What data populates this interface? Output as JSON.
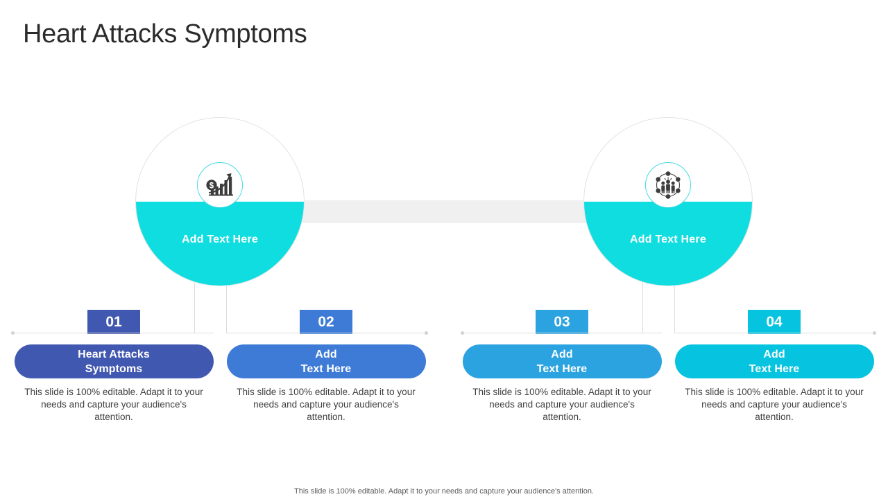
{
  "slide": {
    "title": "Heart Attacks Symptoms",
    "footer_note": "This slide is 100% editable.  Adapt it to your needs and capture your audience's attention."
  },
  "colors": {
    "circle_fill": "#0FDDE0",
    "icon_ring": "#46D9E4",
    "connector_bar": "#f0f0f1",
    "line": "#dcdcdf",
    "item_01": "#4158B0",
    "item_02": "#3E7BD6",
    "item_03": "#2BA3E0",
    "item_04": "#06C4E0"
  },
  "circles": [
    {
      "id": "left",
      "icon": "growth-chart-dollar-icon",
      "label": "Add Text Here"
    },
    {
      "id": "right",
      "icon": "team-network-icon",
      "label": "Add Text Here"
    }
  ],
  "items": [
    {
      "number": "01",
      "title_line1": "Heart Attacks",
      "title_line2": "Symptoms",
      "description": "This slide is 100% editable.  Adapt it to your needs and capture your audience's attention.",
      "color": "#4158B0"
    },
    {
      "number": "02",
      "title_line1": "Add",
      "title_line2": "Text Here",
      "description": "This slide is 100% editable.  Adapt it to your needs and capture your audience's attention.",
      "color": "#3E7BD6"
    },
    {
      "number": "03",
      "title_line1": "Add",
      "title_line2": "Text Here",
      "description": "This slide is 100% editable.  Adapt it to your needs and capture your audience's attention.",
      "color": "#2BA3E0"
    },
    {
      "number": "04",
      "title_line1": "Add",
      "title_line2": "Text Here",
      "description": "This slide is 100% editable.  Adapt it to your needs and capture your audience's attention.",
      "color": "#06C4E0"
    }
  ]
}
